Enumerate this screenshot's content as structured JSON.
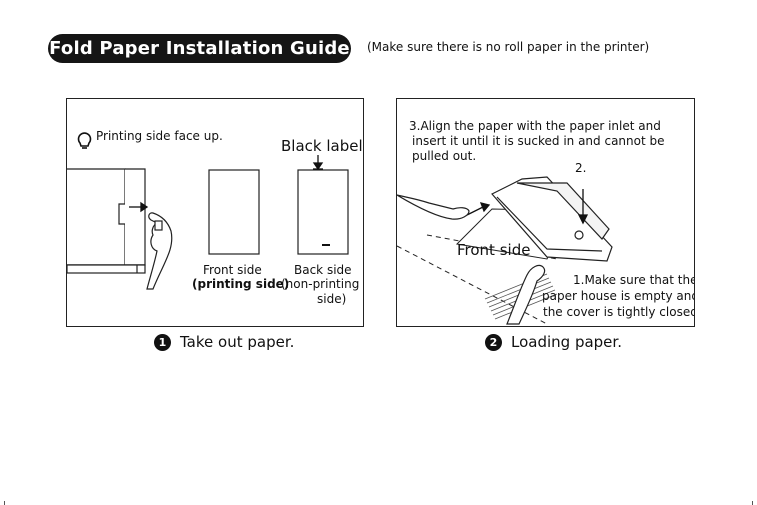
{
  "header": {
    "title": "Fold Paper Installation Guide",
    "note": "(Make sure there is no roll paper in the printer)"
  },
  "step1": {
    "hint": "Printing side face up.",
    "black_label": "Black label",
    "front_label": "Front side",
    "front_sub": "(printing side)",
    "back_label": "Back side",
    "back_sub1": "(non-printing",
    "back_sub2": "side)",
    "caption_num": "1",
    "caption": "Take out paper."
  },
  "step2": {
    "instruction_line1": "3.Align the paper with the paper inlet and",
    "instruction_line2": "insert it until it is sucked in and cannot be",
    "instruction_line3": "pulled out.",
    "label_2": "2.",
    "front_side": "Front side",
    "note_line1": "1.Make sure that the",
    "note_line2": "paper house is empty and",
    "note_line3": "the cover is tightly closed.",
    "caption_num": "2",
    "caption": "Loading paper."
  }
}
